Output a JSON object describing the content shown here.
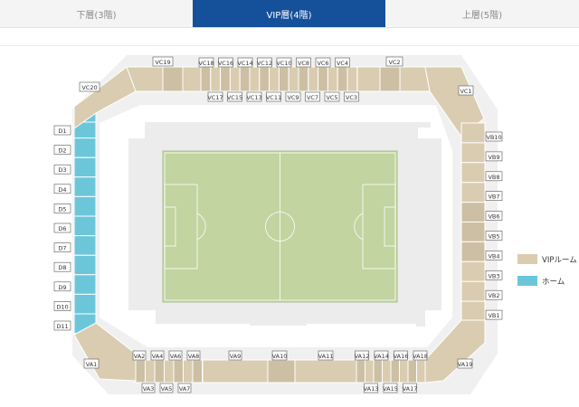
{
  "tabs": [
    {
      "label": "下層(3階)",
      "active": false
    },
    {
      "label": "VIP層(4階)",
      "active": true
    },
    {
      "label": "上層(5階)",
      "active": false
    }
  ],
  "legend": [
    {
      "label": "VIPルーム",
      "color": "#d9ccb0"
    },
    {
      "label": "ホーム",
      "color": "#6cc6d9"
    }
  ],
  "colors": {
    "vip": "#d9ccb0",
    "vip_dark": "#cdbfa3",
    "home": "#6cc6d9",
    "field": "#c2d4a0",
    "concourse": "#ececec",
    "tab_active": "#15509b"
  },
  "stadium": {
    "d_side": [
      "D1",
      "D2",
      "D3",
      "D4",
      "D5",
      "D6",
      "D7",
      "D8",
      "D9",
      "D10",
      "D11"
    ],
    "vb_side": [
      "VB10",
      "VB9",
      "VB8",
      "VB7",
      "VB6",
      "VB5",
      "VB4",
      "VB3",
      "VB2",
      "VB1"
    ],
    "vc_corner_left": "VC20",
    "vc_top_row": [
      "VC18",
      "VC16",
      "VC14",
      "VC12",
      "VC10",
      "VC8",
      "VC6",
      "VC4"
    ],
    "vc_bottom_row": [
      "VC17",
      "VC15",
      "VC13",
      "VC11",
      "VC9",
      "VC7",
      "VC5",
      "VC3"
    ],
    "vc_19": "VC19",
    "vc_2": "VC2",
    "vc_1": "VC1",
    "va_1": "VA1",
    "va_top_left": [
      "VA2",
      "VA4",
      "VA6",
      "VA8"
    ],
    "va_bottom_left": [
      "VA3",
      "VA5",
      "VA7"
    ],
    "va_mid": [
      "VA9",
      "VA10",
      "VA11"
    ],
    "va_top_right": [
      "VA12",
      "VA14",
      "VA16",
      "VA18"
    ],
    "va_bottom_right": [
      "VA13",
      "VA15",
      "VA17"
    ],
    "va_19": "VA19"
  }
}
